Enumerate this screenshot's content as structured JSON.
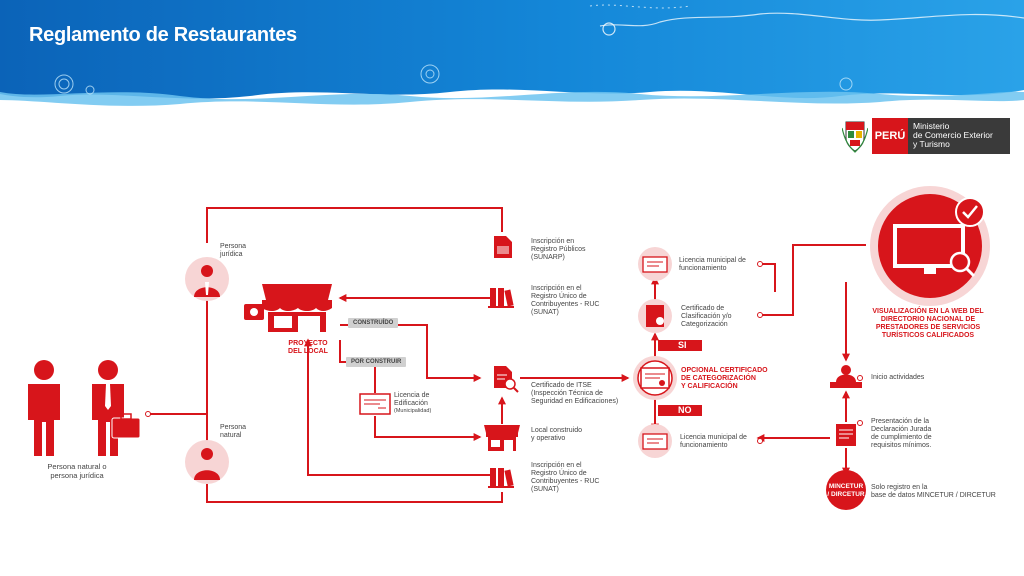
{
  "header": {
    "title": "Reglamento de Restaurantes",
    "colors": {
      "dark_blue": "#0c6fc4",
      "light_blue": "#2aa2e8",
      "wave": "#6cc3f0"
    }
  },
  "logo": {
    "country": "PERÚ",
    "ministry": [
      "Ministerio",
      "de Comercio Exterior",
      "y Turismo"
    ]
  },
  "diagram": {
    "colors": {
      "red": "#d7151b",
      "grey": "#d0d0d0",
      "light_red": "#f7d5d5"
    },
    "start": {
      "label": [
        "Persona natural o",
        "persona jurídica"
      ]
    },
    "branches": {
      "juridica": [
        "Persona",
        "jurídica"
      ],
      "natural": [
        "Persona",
        "natural"
      ]
    },
    "project": {
      "label": [
        "PROYECTO",
        "DEL LOCAL"
      ]
    },
    "tags": {
      "built": "CONSTRUÍDO",
      "to_build": "POR CONSTRUIR",
      "yes": "SI",
      "no": "NO"
    },
    "steps": {
      "sunarp": [
        "Inscripción en",
        "Registro Públicos",
        "(SUNARP)"
      ],
      "ruc_top": [
        "Inscripción en el",
        "Registro Único de",
        "Contribuyentes - RUC",
        "(SUNAT)"
      ],
      "building_license": [
        "Licencia de",
        "Edificación"
      ],
      "building_license_note": "(Municipalidad)",
      "itse": [
        "Certificado de ITSE",
        "(Inspección Técnica de",
        "Seguridad en Edificaciones)"
      ],
      "local_built": [
        "Local construido",
        "y operativo"
      ],
      "ruc_bottom": [
        "Inscripción en el",
        "Registro Único de",
        "Contribuyentes - RUC",
        "(SUNAT)"
      ],
      "license_top": [
        "Licencia municipal de",
        "funcionamiento"
      ],
      "classification": [
        "Certificado de",
        "Clasificación y/o",
        "Categorización"
      ],
      "optional": [
        "OPCIONAL CERTIFICADO",
        "DE CATEGORIZACIÓN",
        "Y CALIFICACIÓN"
      ],
      "license_bottom": [
        "Licencia municipal de",
        "funcionamiento"
      ],
      "web": [
        "VISUALIZACIÓN EN LA WEB DEL",
        "DIRECTORIO NACIONAL DE",
        "PRESTADORES DE SERVICIOS",
        "TURÍSTICOS CALIFICADOS"
      ],
      "start_activities": "Inicio actividades",
      "declaration": [
        "Presentación de la",
        "Declaración Jurada",
        "de cumplimiento de",
        "requisitos mínimos."
      ],
      "mincetur": [
        "MINCETUR",
        "/ DIRCETUR"
      ],
      "registry": [
        "Solo registro en la",
        "base de datos MINCETUR / DIRCETUR"
      ]
    }
  }
}
